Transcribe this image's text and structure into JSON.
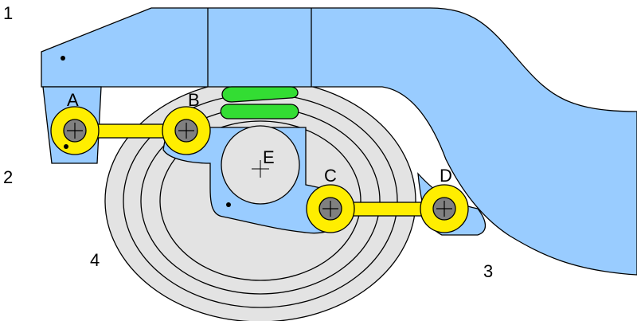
{
  "labels": {
    "one": "1",
    "two": "2",
    "three": "3",
    "four": "4",
    "a": "A",
    "b": "B",
    "c": "C",
    "d": "D",
    "e": "E"
  },
  "colors": {
    "frame": "#99ccff",
    "wheel": "#e3e3e3",
    "link": "#ffee00",
    "spring": "#33dd33",
    "pin": "#808080",
    "outline": "#000000"
  }
}
